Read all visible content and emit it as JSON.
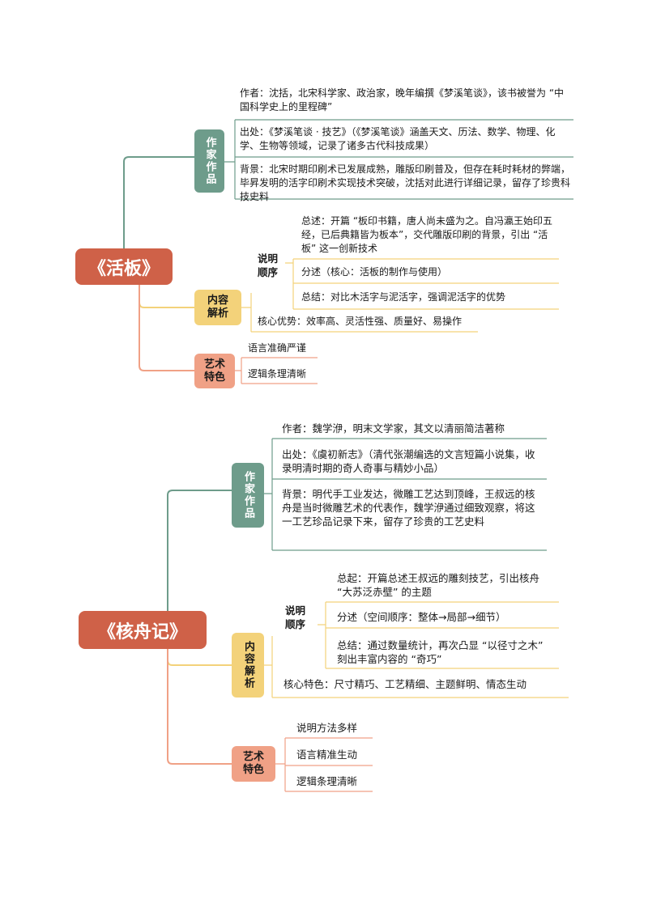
{
  "colors": {
    "root": "#cf6148",
    "green": "#6e9c8b",
    "yellow": "#f3d27a",
    "salmon": "#f0a186"
  },
  "map1": {
    "title": "《活板》",
    "author_section": {
      "label": "作家作品",
      "items": [
        "作者：沈括，北宋科学家、政治家，晚年编撰《梦溪笔谈》，该书被誉为 “中国科学史上的里程碑”",
        "出处：《梦溪笔谈 · 技艺》（《梦溪笔谈》涵盖天文、历法、数学、物理、化学、生物等领域，记录了诸多古代科技成果）",
        "背景：北宋时期印刷术已发展成熟，雕版印刷普及，但存在耗时耗材的弊端，毕昇发明的活字印刷术实现技术突破，沈括对此进行详细记录，留存了珍贵科技史料"
      ]
    },
    "content_section": {
      "label": "内容解析",
      "order_label": "说明顺序",
      "order_items": [
        "总述：开篇 “板印书籍，唐人尚未盛为之。自冯瀛王始印五经，已后典籍皆为板本”，交代雕版印刷的背景，引出 “活板” 这一创新技术",
        "分述（核心：活板的制作与使用）",
        "总结：对比木活字与泥活字，强调泥活字的优势"
      ],
      "advantage": "核心优势：效率高、灵活性强、质量好、易操作"
    },
    "art_section": {
      "label": "艺术特色",
      "items": [
        "语言准确严谨",
        "逻辑条理清晰"
      ]
    }
  },
  "map2": {
    "title": "《核舟记》",
    "author_section": {
      "label": "作家作品",
      "items": [
        "作者：魏学洢，明末文学家，其文以清丽简洁著称",
        "出处：《虞初新志》（清代张潮编选的文言短篇小说集，收录明清时期的奇人奇事与精妙小品）",
        "背景：明代手工业发达，微雕工艺达到顶峰，王叔远的核舟是当时微雕艺术的代表作，魏学洢通过细致观察，将这一工艺珍品记录下来，留存了珍贵的工艺史料"
      ]
    },
    "content_section": {
      "label": "内容解析",
      "order_label": "说明顺序",
      "order_items": [
        "总起：开篇总述王叔远的雕刻技艺，引出核舟 “大苏泛赤壁” 的主题",
        "分述（空间顺序：整体→局部→细节）",
        "总结：通过数量统计，再次凸显 “以径寸之木” 刻出丰富内容的 “奇巧”"
      ],
      "feature": "核心特色：尺寸精巧、工艺精细、主题鲜明、情态生动"
    },
    "art_section": {
      "label": "艺术特色",
      "items": [
        "说明方法多样",
        "语言精准生动",
        "逻辑条理清晰"
      ]
    }
  }
}
